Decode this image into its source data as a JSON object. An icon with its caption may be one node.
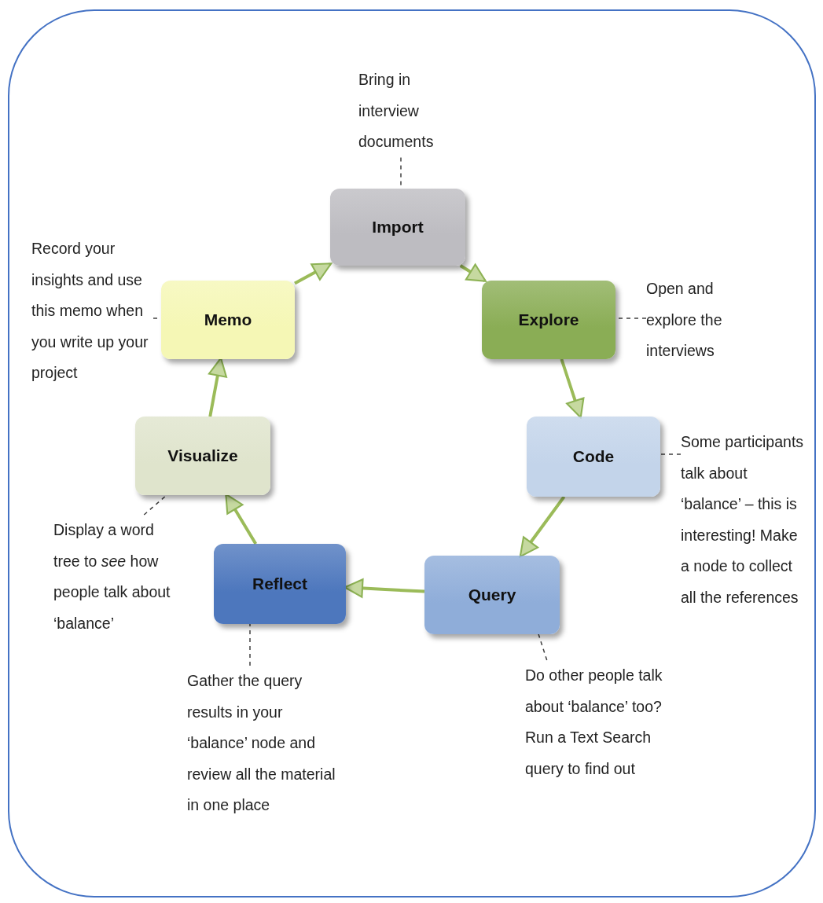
{
  "diagram": {
    "nodes": [
      {
        "text": [
          "Import"
        ]
      },
      {
        "text": [
          "Explore"
        ]
      },
      {
        "text": [
          "Code"
        ]
      },
      {
        "text": [
          "Query"
        ]
      },
      {
        "text": [
          "Reflect"
        ]
      },
      {
        "text": [
          "Visualize"
        ]
      },
      {
        "text": [
          "Memo"
        ]
      },
      {
        "text": [
          "Bring in interview documents"
        ]
      },
      {
        "text": [
          "Open and explore the interviews"
        ]
      },
      {
        "text": [
          "Some participants talk about ‘balance’ – this is interesting! Make a node to collect all the references"
        ]
      },
      {
        "text": [
          "Do other people talk about ‘balance’ too? Run a Text Search query to find out"
        ]
      },
      {
        "text": [
          "Gather the query results in your ‘balance’ node and review all the material in one place"
        ]
      },
      {
        "text": [
          "Display a word tree to *see* how people talk about ‘balance’"
        ]
      },
      {
        "text": [
          "Record your insights and use this memo when you write up your project"
        ]
      }
    ],
    "edges": [
      {
        "from": 0,
        "to": 1,
        "arrow": "to",
        "style": "thick"
      },
      {
        "from": 1,
        "to": 2,
        "arrow": "to",
        "style": "thick"
      },
      {
        "from": 2,
        "to": 3,
        "arrow": "to",
        "style": "thick"
      },
      {
        "from": 3,
        "to": 4,
        "arrow": "to",
        "style": "thick"
      },
      {
        "from": 4,
        "to": 5,
        "arrow": "to",
        "style": "thick"
      },
      {
        "from": 5,
        "to": 6,
        "arrow": "to",
        "style": "thick"
      },
      {
        "from": 6,
        "to": 0,
        "arrow": "to",
        "style": "thick"
      },
      {
        "from": 7,
        "to": 0,
        "arrow": "none",
        "style": "dashed",
        "color": "#404040"
      },
      {
        "from": 8,
        "to": 1,
        "arrow": "none",
        "style": "dashed",
        "color": "#404040"
      },
      {
        "from": 9,
        "to": 2,
        "arrow": "none",
        "style": "dashed",
        "color": "#404040"
      },
      {
        "from": 10,
        "to": 3,
        "arrow": "none",
        "style": "dashed",
        "color": "#404040"
      },
      {
        "from": 11,
        "to": 4,
        "arrow": "none",
        "style": "dashed",
        "color": "#404040"
      },
      {
        "from": 12,
        "to": 5,
        "arrow": "none",
        "style": "dashed",
        "color": "#404040"
      },
      {
        "from": 13,
        "to": 6,
        "arrow": "none",
        "style": "dashed",
        "color": "#404040"
      }
    ]
  }
}
